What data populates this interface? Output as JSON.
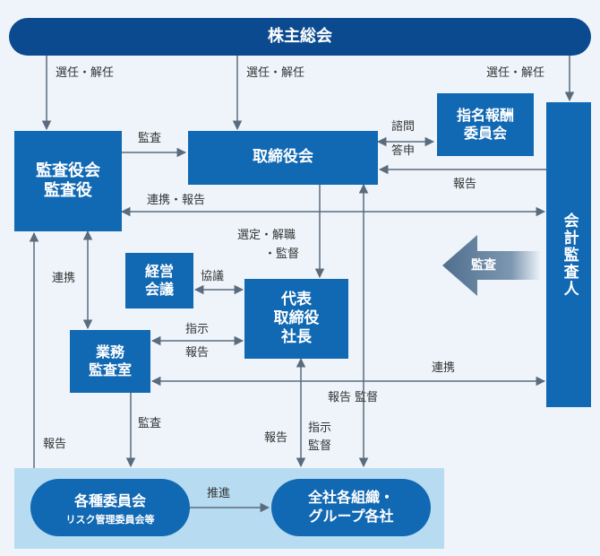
{
  "nodes": {
    "shareholders": "株主総会",
    "audit_board": [
      "監査役会",
      "監査役"
    ],
    "board": "取締役会",
    "nomination": [
      "指名報酬",
      "委員会"
    ],
    "auditor": "会計監査人",
    "mgmt_council": [
      "経営",
      "会議"
    ],
    "ceo": [
      "代表",
      "取締役",
      "社長"
    ],
    "internal_audit": [
      "業務",
      "監査室"
    ],
    "committees": "各種委員会",
    "committees_sub": "リスク管理委員会等",
    "all_orgs": [
      "全社各組織・",
      "グループ各社"
    ]
  },
  "labels": {
    "appoint1": "選任・解任",
    "appoint2": "選任・解任",
    "appoint3": "選任・解任",
    "audit_board_to_board": "監査",
    "consult": "諮問",
    "report_back": "答申",
    "auditor_report": "報告",
    "coop_report": "連携・報告",
    "select": [
      "選定・解職",
      "・監督"
    ],
    "big_audit": "監査",
    "coop_left": "連携",
    "deliberate": "協議",
    "instruct": "指示",
    "report_ceo": "報告",
    "coop_right": "連携",
    "report_supervise": "報告 監督",
    "ia_audit": "監査",
    "report_left": "報告",
    "report_ceo2": "報告",
    "instruct_supervise": [
      "指示",
      "監督"
    ],
    "promote": "推進"
  },
  "colors": {
    "primary": "#1168b3",
    "dark": "#0b4a8f",
    "arrow": "#5a6b7d",
    "bg": "#eef4fa",
    "band": "#b7dcf1"
  }
}
